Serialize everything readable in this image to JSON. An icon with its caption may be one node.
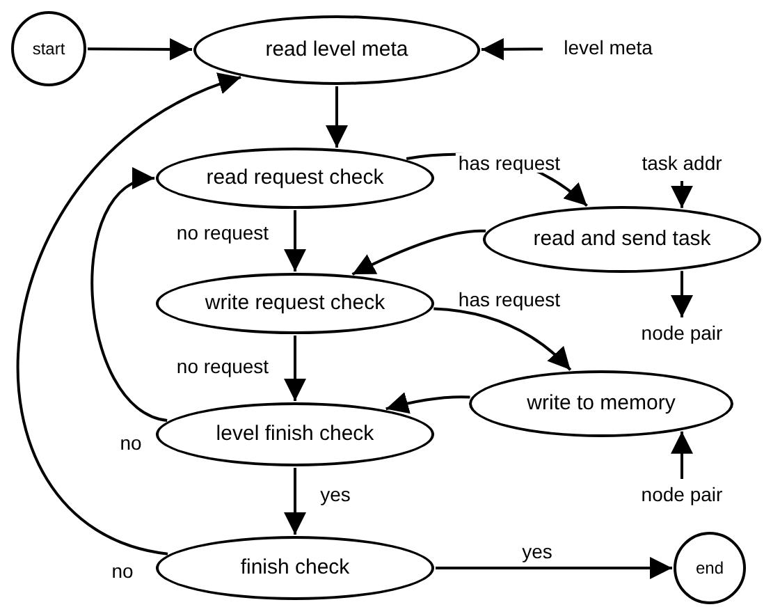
{
  "diagram": {
    "nodes": [
      {
        "text": [
          "start"
        ]
      },
      {
        "text": [
          "read level meta"
        ]
      },
      {
        "text": [
          "level meta"
        ]
      },
      {
        "text": [
          "read request check"
        ]
      },
      {
        "text": [
          "task addr"
        ]
      },
      {
        "text": [
          "read and send task"
        ]
      },
      {
        "text": [
          "write request check"
        ]
      },
      {
        "text": [
          "node pair"
        ]
      },
      {
        "text": [
          "write to memory"
        ]
      },
      {
        "text": [
          "level finish check"
        ]
      },
      {
        "text": [
          "node pair"
        ]
      },
      {
        "text": [
          "finish check"
        ]
      },
      {
        "text": [
          "end"
        ]
      }
    ],
    "edges": [
      {
        "from": 0,
        "to": 1,
        "arrow": "to"
      },
      {
        "from": 2,
        "to": 1,
        "arrow": "to"
      },
      {
        "from": 1,
        "to": 3,
        "arrow": "to"
      },
      {
        "from": 3,
        "to": 5,
        "arrow": "to",
        "label": "has request"
      },
      {
        "from": 5,
        "to": 6,
        "arrow": "to"
      },
      {
        "from": 3,
        "to": 6,
        "arrow": "to",
        "label": "no request"
      },
      {
        "from": 6,
        "to": 8,
        "arrow": "to",
        "label": "has request"
      },
      {
        "from": 6,
        "to": 9,
        "arrow": "to",
        "label": "no request"
      },
      {
        "from": 8,
        "to": 9,
        "arrow": "to"
      },
      {
        "from": 4,
        "to": 5,
        "arrow": "to"
      },
      {
        "from": 5,
        "to": 7,
        "arrow": "to"
      },
      {
        "from": 10,
        "to": 8,
        "arrow": "to"
      },
      {
        "from": 9,
        "to": 3,
        "arrow": "to",
        "label": "no"
      },
      {
        "from": 9,
        "to": 11,
        "arrow": "to",
        "label": "yes"
      },
      {
        "from": 11,
        "to": 1,
        "arrow": "to",
        "label": "no"
      },
      {
        "from": 11,
        "to": 12,
        "arrow": "to",
        "label": "yes"
      }
    ]
  }
}
